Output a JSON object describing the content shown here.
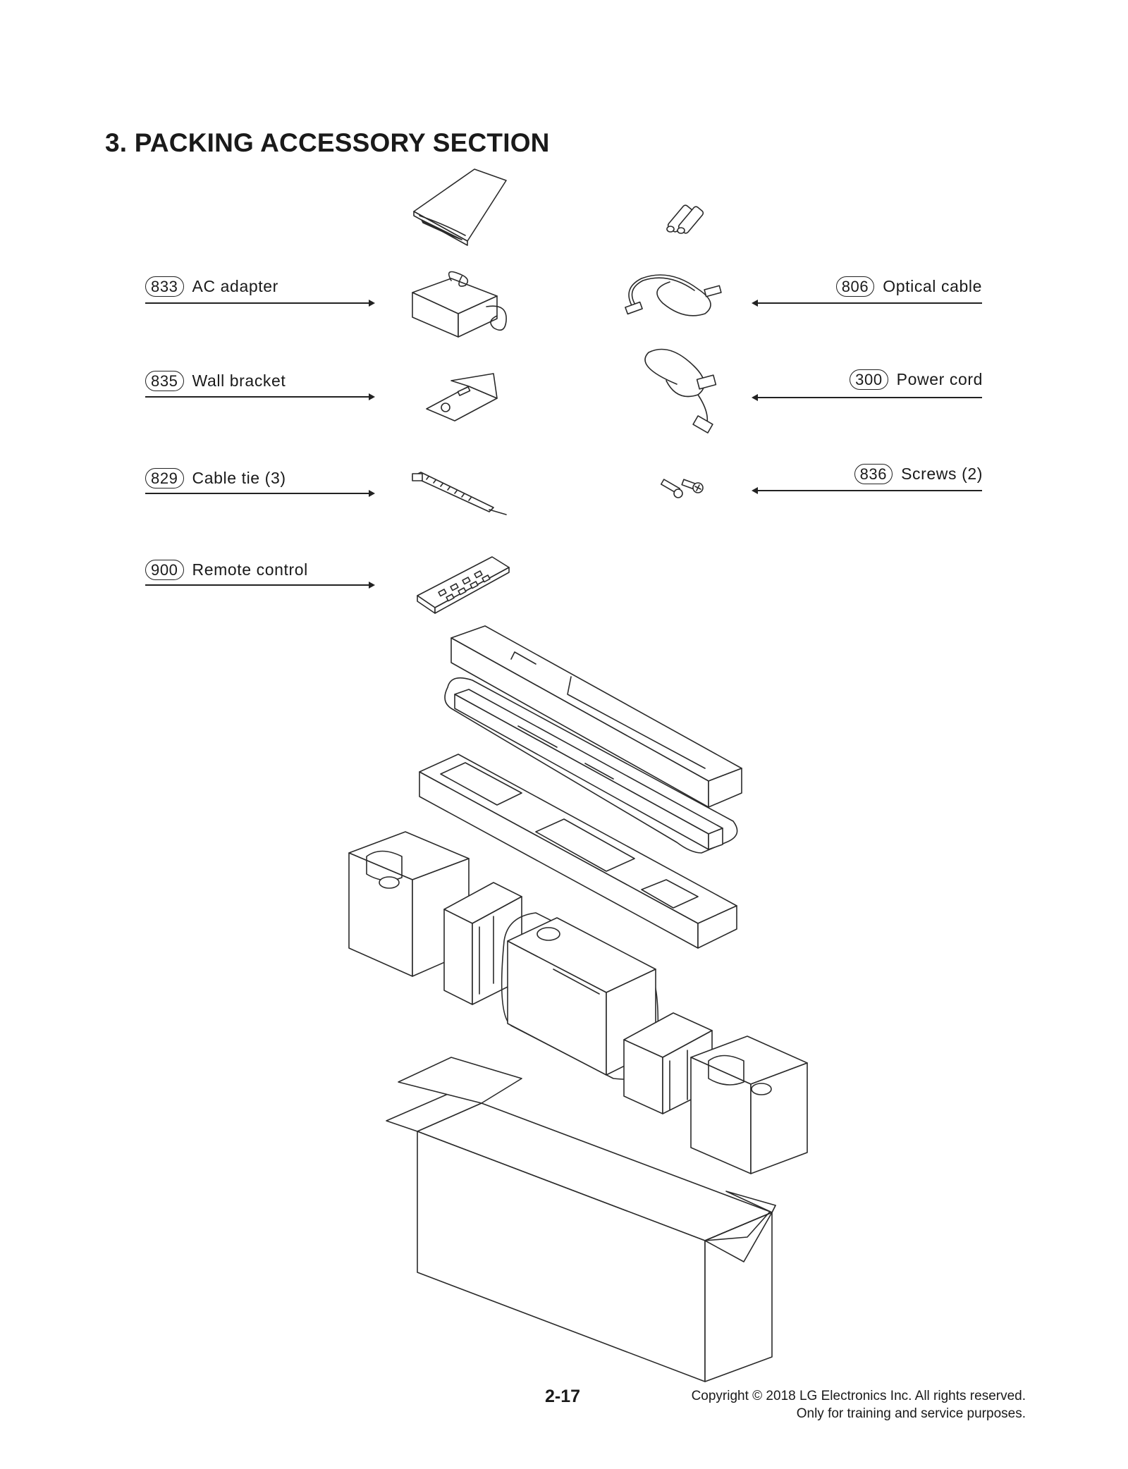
{
  "section_title": "3. PACKING ACCESSORY SECTION",
  "parts": [
    {
      "number": "833",
      "name": "AC adapter"
    },
    {
      "number": "835",
      "name": "Wall bracket"
    },
    {
      "number": "829",
      "name": "Cable tie (3)"
    },
    {
      "number": "900",
      "name": "Remote control"
    },
    {
      "number": "806",
      "name": "Optical cable"
    },
    {
      "number": "300",
      "name": "Power cord"
    },
    {
      "number": "836",
      "name": "Screws (2)"
    }
  ],
  "footer": {
    "page_number": "2-17",
    "copyright_line1": "Copyright © 2018 LG Electronics Inc. All rights reserved.",
    "copyright_line2": "Only for training and service purposes."
  }
}
